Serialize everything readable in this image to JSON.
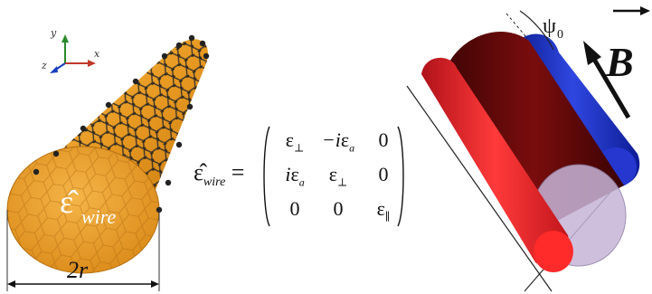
{
  "left_panel": {
    "axes": {
      "y": "y",
      "z": "z",
      "x": "x",
      "y_color": "#2b8a2b",
      "z_color": "#1a3fbf",
      "x_color": "#c0392b"
    },
    "epsilon_label": "ε̂",
    "epsilon_sub": "wire",
    "diameter_label": "2r"
  },
  "equation": {
    "lhs_symbol": "ε̂",
    "lhs_sub": "wire",
    "equals": "=",
    "matrix": [
      [
        {
          "pre": "",
          "base": "ε",
          "sub": "⊥"
        },
        {
          "pre": "−i",
          "base": "ε",
          "sub": "a"
        },
        {
          "pre": "",
          "base": "0",
          "sub": ""
        }
      ],
      [
        {
          "pre": "i",
          "base": "ε",
          "sub": "a"
        },
        {
          "pre": "",
          "base": "ε",
          "sub": "⊥"
        },
        {
          "pre": "",
          "base": "0",
          "sub": ""
        }
      ],
      [
        {
          "pre": "",
          "base": "0",
          "sub": ""
        },
        {
          "pre": "",
          "base": "0",
          "sub": ""
        },
        {
          "pre": "",
          "base": "ε",
          "sub": "∥"
        }
      ]
    ]
  },
  "right_panel": {
    "angle_label": "ψ",
    "angle_sub": "0",
    "field_label": "B",
    "colors": {
      "red": "#e8232b",
      "blue": "#1c2db8",
      "dark_red": "#5b0b0b"
    }
  }
}
